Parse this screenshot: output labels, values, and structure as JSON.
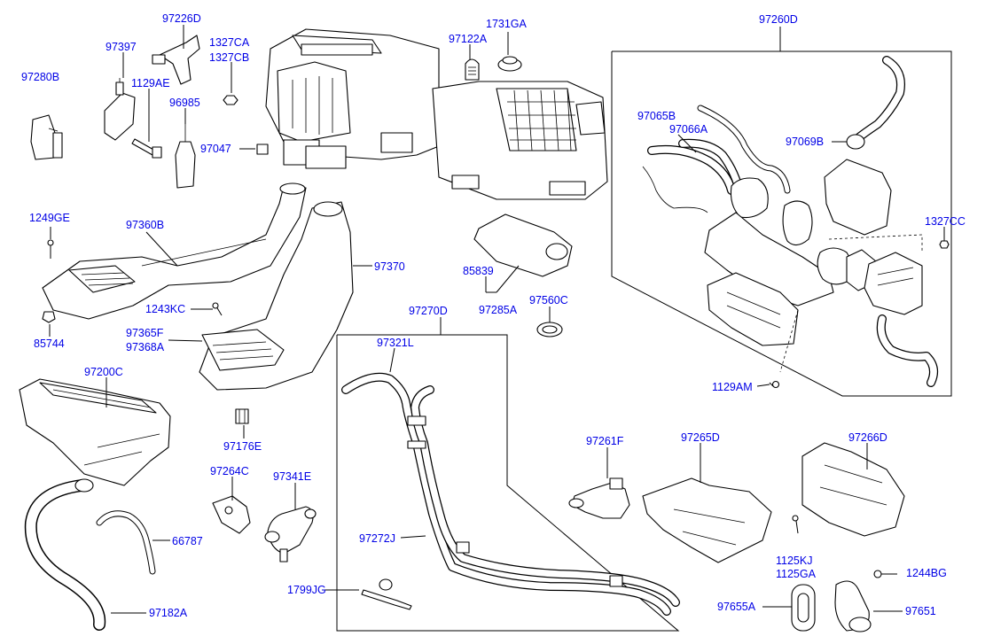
{
  "diagram": {
    "callouts": [
      {
        "id": "97226D",
        "text": "97226D"
      },
      {
        "id": "97397",
        "text": "97397"
      },
      {
        "id": "1327CA",
        "text": "1327CA"
      },
      {
        "id": "1327CB",
        "text": "1327CB"
      },
      {
        "id": "97122A",
        "text": "97122A"
      },
      {
        "id": "1731GA",
        "text": "1731GA"
      },
      {
        "id": "97260D",
        "text": "97260D"
      },
      {
        "id": "97280B",
        "text": "97280B"
      },
      {
        "id": "1129AE",
        "text": "1129AE"
      },
      {
        "id": "96985",
        "text": "96985"
      },
      {
        "id": "97047",
        "text": "97047"
      },
      {
        "id": "97065B",
        "text": "97065B"
      },
      {
        "id": "97066A",
        "text": "97066A"
      },
      {
        "id": "97069B",
        "text": "97069B"
      },
      {
        "id": "1249GE",
        "text": "1249GE"
      },
      {
        "id": "97360B",
        "text": "97360B"
      },
      {
        "id": "1327CC",
        "text": "1327CC"
      },
      {
        "id": "97370",
        "text": "97370"
      },
      {
        "id": "85839",
        "text": "85839"
      },
      {
        "id": "97285A",
        "text": "97285A"
      },
      {
        "id": "97560C",
        "text": "97560C"
      },
      {
        "id": "1243KC",
        "text": "1243KC"
      },
      {
        "id": "97270D",
        "text": "97270D"
      },
      {
        "id": "85744",
        "text": "85744"
      },
      {
        "id": "97365F",
        "text": "97365F"
      },
      {
        "id": "97368A",
        "text": "97368A"
      },
      {
        "id": "97321L",
        "text": "97321L"
      },
      {
        "id": "97200C",
        "text": "97200C"
      },
      {
        "id": "1129AM",
        "text": "1129AM"
      },
      {
        "id": "97176E",
        "text": "97176E"
      },
      {
        "id": "97261F",
        "text": "97261F"
      },
      {
        "id": "97265D",
        "text": "97265D"
      },
      {
        "id": "97266D",
        "text": "97266D"
      },
      {
        "id": "97264C",
        "text": "97264C"
      },
      {
        "id": "97341E",
        "text": "97341E"
      },
      {
        "id": "66787",
        "text": "66787"
      },
      {
        "id": "97272J",
        "text": "97272J"
      },
      {
        "id": "1125KJ",
        "text": "1125KJ"
      },
      {
        "id": "1125GA",
        "text": "1125GA"
      },
      {
        "id": "1244BG",
        "text": "1244BG"
      },
      {
        "id": "1799JG",
        "text": "1799JG"
      },
      {
        "id": "97655A",
        "text": "97655A"
      },
      {
        "id": "97651",
        "text": "97651"
      },
      {
        "id": "97182A",
        "text": "97182A"
      }
    ]
  }
}
